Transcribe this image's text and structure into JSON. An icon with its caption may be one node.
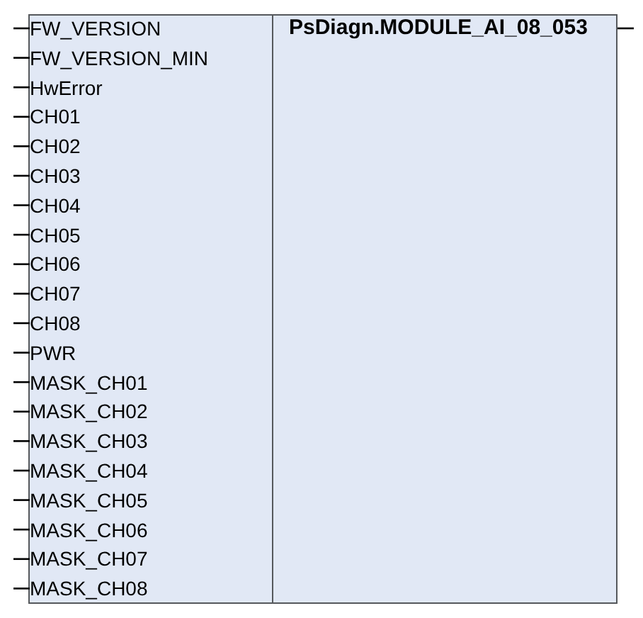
{
  "diagram": {
    "nodes": [
      {
        "text": [
          "PsDiagn.MODULE_AI_08_053"
        ]
      },
      {
        "text": [
          "FW_VERSION"
        ],
        "in": 0
      },
      {
        "text": [
          "FW_VERSION_MIN"
        ],
        "in": 0
      },
      {
        "text": [
          "HwError"
        ],
        "in": 0
      },
      {
        "text": [
          "CH01"
        ],
        "in": 0
      },
      {
        "text": [
          "CH02"
        ],
        "in": 0
      },
      {
        "text": [
          "CH03"
        ],
        "in": 0
      },
      {
        "text": [
          "CH04"
        ],
        "in": 0
      },
      {
        "text": [
          "CH05"
        ],
        "in": 0
      },
      {
        "text": [
          "CH06"
        ],
        "in": 0
      },
      {
        "text": [
          "CH07"
        ],
        "in": 0
      },
      {
        "text": [
          "CH08"
        ],
        "in": 0
      },
      {
        "text": [
          "PWR"
        ],
        "in": 0
      },
      {
        "text": [
          "MASK_CH01"
        ],
        "in": 0
      },
      {
        "text": [
          "MASK_CH02"
        ],
        "in": 0
      },
      {
        "text": [
          "MASK_CH03"
        ],
        "in": 0
      },
      {
        "text": [
          "MASK_CH04"
        ],
        "in": 0
      },
      {
        "text": [
          "MASK_CH05"
        ],
        "in": 0
      },
      {
        "text": [
          "MASK_CH06"
        ],
        "in": 0
      },
      {
        "text": [
          "MASK_CH07"
        ],
        "in": 0
      },
      {
        "text": [
          "MASK_CH08"
        ],
        "in": 0
      }
    ],
    "edges": [
      {
        "from": null,
        "to": 1,
        "arrow": "none"
      },
      {
        "from": null,
        "to": 2,
        "arrow": "none"
      },
      {
        "from": null,
        "to": 3,
        "arrow": "none"
      },
      {
        "from": null,
        "to": 4,
        "arrow": "none"
      },
      {
        "from": null,
        "to": 5,
        "arrow": "none"
      },
      {
        "from": null,
        "to": 6,
        "arrow": "none"
      },
      {
        "from": null,
        "to": 7,
        "arrow": "none"
      },
      {
        "from": null,
        "to": 8,
        "arrow": "none"
      },
      {
        "from": null,
        "to": 9,
        "arrow": "none"
      },
      {
        "from": null,
        "to": 10,
        "arrow": "none"
      },
      {
        "from": null,
        "to": 11,
        "arrow": "none"
      },
      {
        "from": null,
        "to": 12,
        "arrow": "none"
      },
      {
        "from": null,
        "to": 13,
        "arrow": "none"
      },
      {
        "from": null,
        "to": 14,
        "arrow": "none"
      },
      {
        "from": null,
        "to": 15,
        "arrow": "none"
      },
      {
        "from": null,
        "to": 16,
        "arrow": "none"
      },
      {
        "from": null,
        "to": 17,
        "arrow": "none"
      },
      {
        "from": null,
        "to": 18,
        "arrow": "none"
      },
      {
        "from": null,
        "to": 19,
        "arrow": "none"
      },
      {
        "from": null,
        "to": 20,
        "arrow": "none"
      },
      {
        "from": 0,
        "to": null,
        "arrow": "none"
      }
    ]
  }
}
